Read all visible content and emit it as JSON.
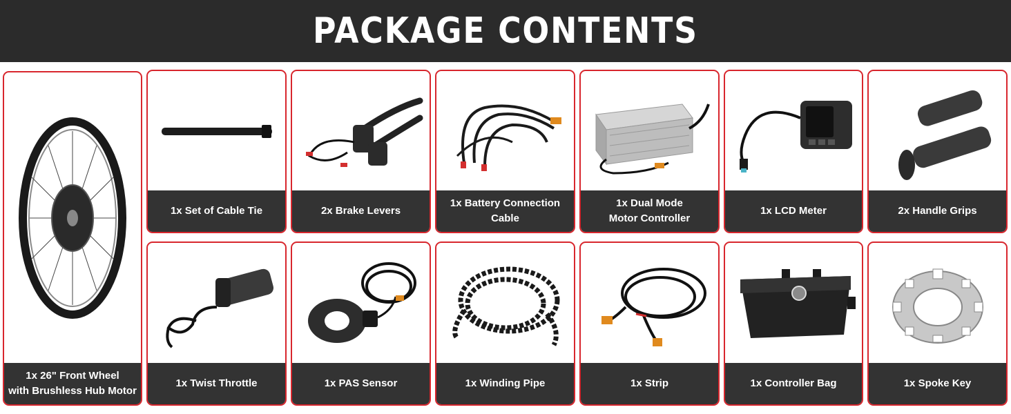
{
  "header": {
    "title": "PACKAGE CONTENTS"
  },
  "items": [
    {
      "id": "front-wheel",
      "line1": "1x 26\" Front Wheel",
      "line2": "with Brushless Hub Motor",
      "icon": "wheel-icon"
    },
    {
      "id": "cable-tie",
      "line1": "1x Set of Cable Tie",
      "line2": "",
      "icon": "cable-tie-icon"
    },
    {
      "id": "brake-levers",
      "line1": "2x Brake Levers",
      "line2": "",
      "icon": "brake-lever-icon"
    },
    {
      "id": "battery-cable",
      "line1": "1x Battery Connection",
      "line2": "Cable",
      "icon": "battery-cable-icon"
    },
    {
      "id": "controller",
      "line1": "1x Dual Mode",
      "line2": "Motor Controller",
      "icon": "controller-icon"
    },
    {
      "id": "lcd-meter",
      "line1": "1x LCD Meter",
      "line2": "",
      "icon": "lcd-meter-icon"
    },
    {
      "id": "handle-grips",
      "line1": "2x Handle Grips",
      "line2": "",
      "icon": "handle-grip-icon"
    },
    {
      "id": "twist-throttle",
      "line1": "1x Twist Throttle",
      "line2": "",
      "icon": "throttle-icon"
    },
    {
      "id": "pas-sensor",
      "line1": "1x PAS Sensor",
      "line2": "",
      "icon": "pas-sensor-icon"
    },
    {
      "id": "winding-pipe",
      "line1": "1x Winding Pipe",
      "line2": "",
      "icon": "winding-pipe-icon"
    },
    {
      "id": "strip",
      "line1": "1x Strip",
      "line2": "",
      "icon": "strip-icon"
    },
    {
      "id": "controller-bag",
      "line1": "1x Controller Bag",
      "line2": "",
      "icon": "bag-icon"
    },
    {
      "id": "spoke-key",
      "line1": "1x Spoke Key",
      "line2": "",
      "icon": "spoke-key-icon"
    }
  ],
  "colors": {
    "header_bg": "#2b2b2b",
    "border": "#d8262d",
    "label_bg": "#333333",
    "text": "#ffffff"
  }
}
